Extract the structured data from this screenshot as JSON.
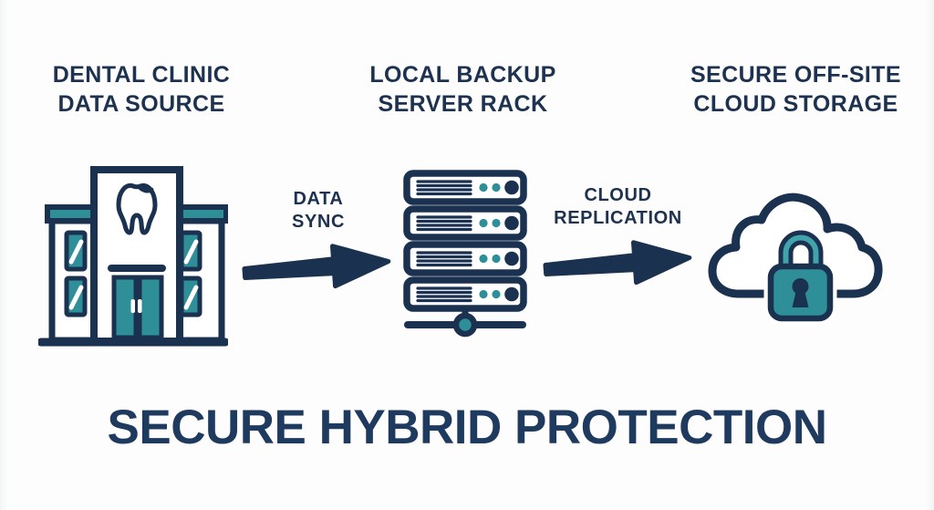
{
  "canvas": {
    "background": "#fdfdfd"
  },
  "colors": {
    "navy": "#1b3150",
    "teal": "#2e8f99",
    "teal_light": "#41a3ac",
    "heading_text": "#1d3150",
    "title_text": "#1f3a5f"
  },
  "columns": [
    {
      "title_line1": "DENTAL CLINIC",
      "title_line2": "DATA SOURCE",
      "icon": "dental-clinic-building-icon"
    },
    {
      "title_line1": "LOCAL BACKUP",
      "title_line2": "SERVER RACK",
      "icon": "server-rack-icon"
    },
    {
      "title_line1": "SECURE OFF-SITE",
      "title_line2": "CLOUD STORAGE",
      "icon": "secure-cloud-lock-icon"
    }
  ],
  "flows": [
    {
      "label_line1": "DATA",
      "label_line2": "SYNC",
      "icon": "arrow-right-icon"
    },
    {
      "label_line1": "CLOUD",
      "label_line2": "REPLICATION",
      "icon": "arrow-right-icon"
    }
  ],
  "footer_title": "SECURE HYBRID PROTECTION"
}
